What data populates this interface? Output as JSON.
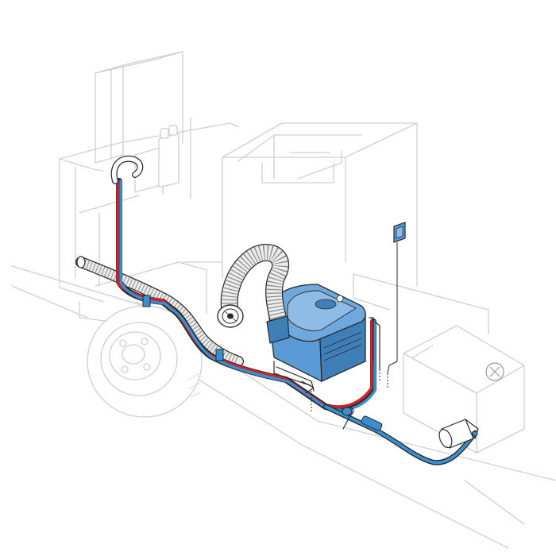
{
  "diagram": {
    "colors": {
      "background": "#ffffff",
      "vehicle_outline": "#cfcfcf",
      "heater_body": "#5b9bd5",
      "heater_dark": "#3f7fb8",
      "heater_light": "#8fbce6",
      "fuel_line_red": "#d2232a",
      "fuel_line_blue": "#3a8fd0",
      "exhaust_duct": "#e6e6e6",
      "outline": "#2a2a2a"
    },
    "components": [
      {
        "id": "vehicle-body",
        "icon": "vehicle-outline"
      },
      {
        "id": "rear-wheel",
        "icon": "wheel"
      },
      {
        "id": "heater-unit",
        "icon": "heater-box"
      },
      {
        "id": "flexible-air-duct",
        "icon": "corrugated-duct"
      },
      {
        "id": "air-outlet-vent",
        "icon": "round-vent"
      },
      {
        "id": "exhaust-pipe",
        "icon": "corrugated-duct"
      },
      {
        "id": "control-panel",
        "icon": "wall-controller"
      },
      {
        "id": "fuel-tank",
        "icon": "tank"
      },
      {
        "id": "fuel-pump",
        "icon": "dosing-pump"
      },
      {
        "id": "fuel-filter",
        "icon": "inline-filter"
      },
      {
        "id": "water-filler-neck",
        "icon": "filler-neck"
      }
    ]
  }
}
